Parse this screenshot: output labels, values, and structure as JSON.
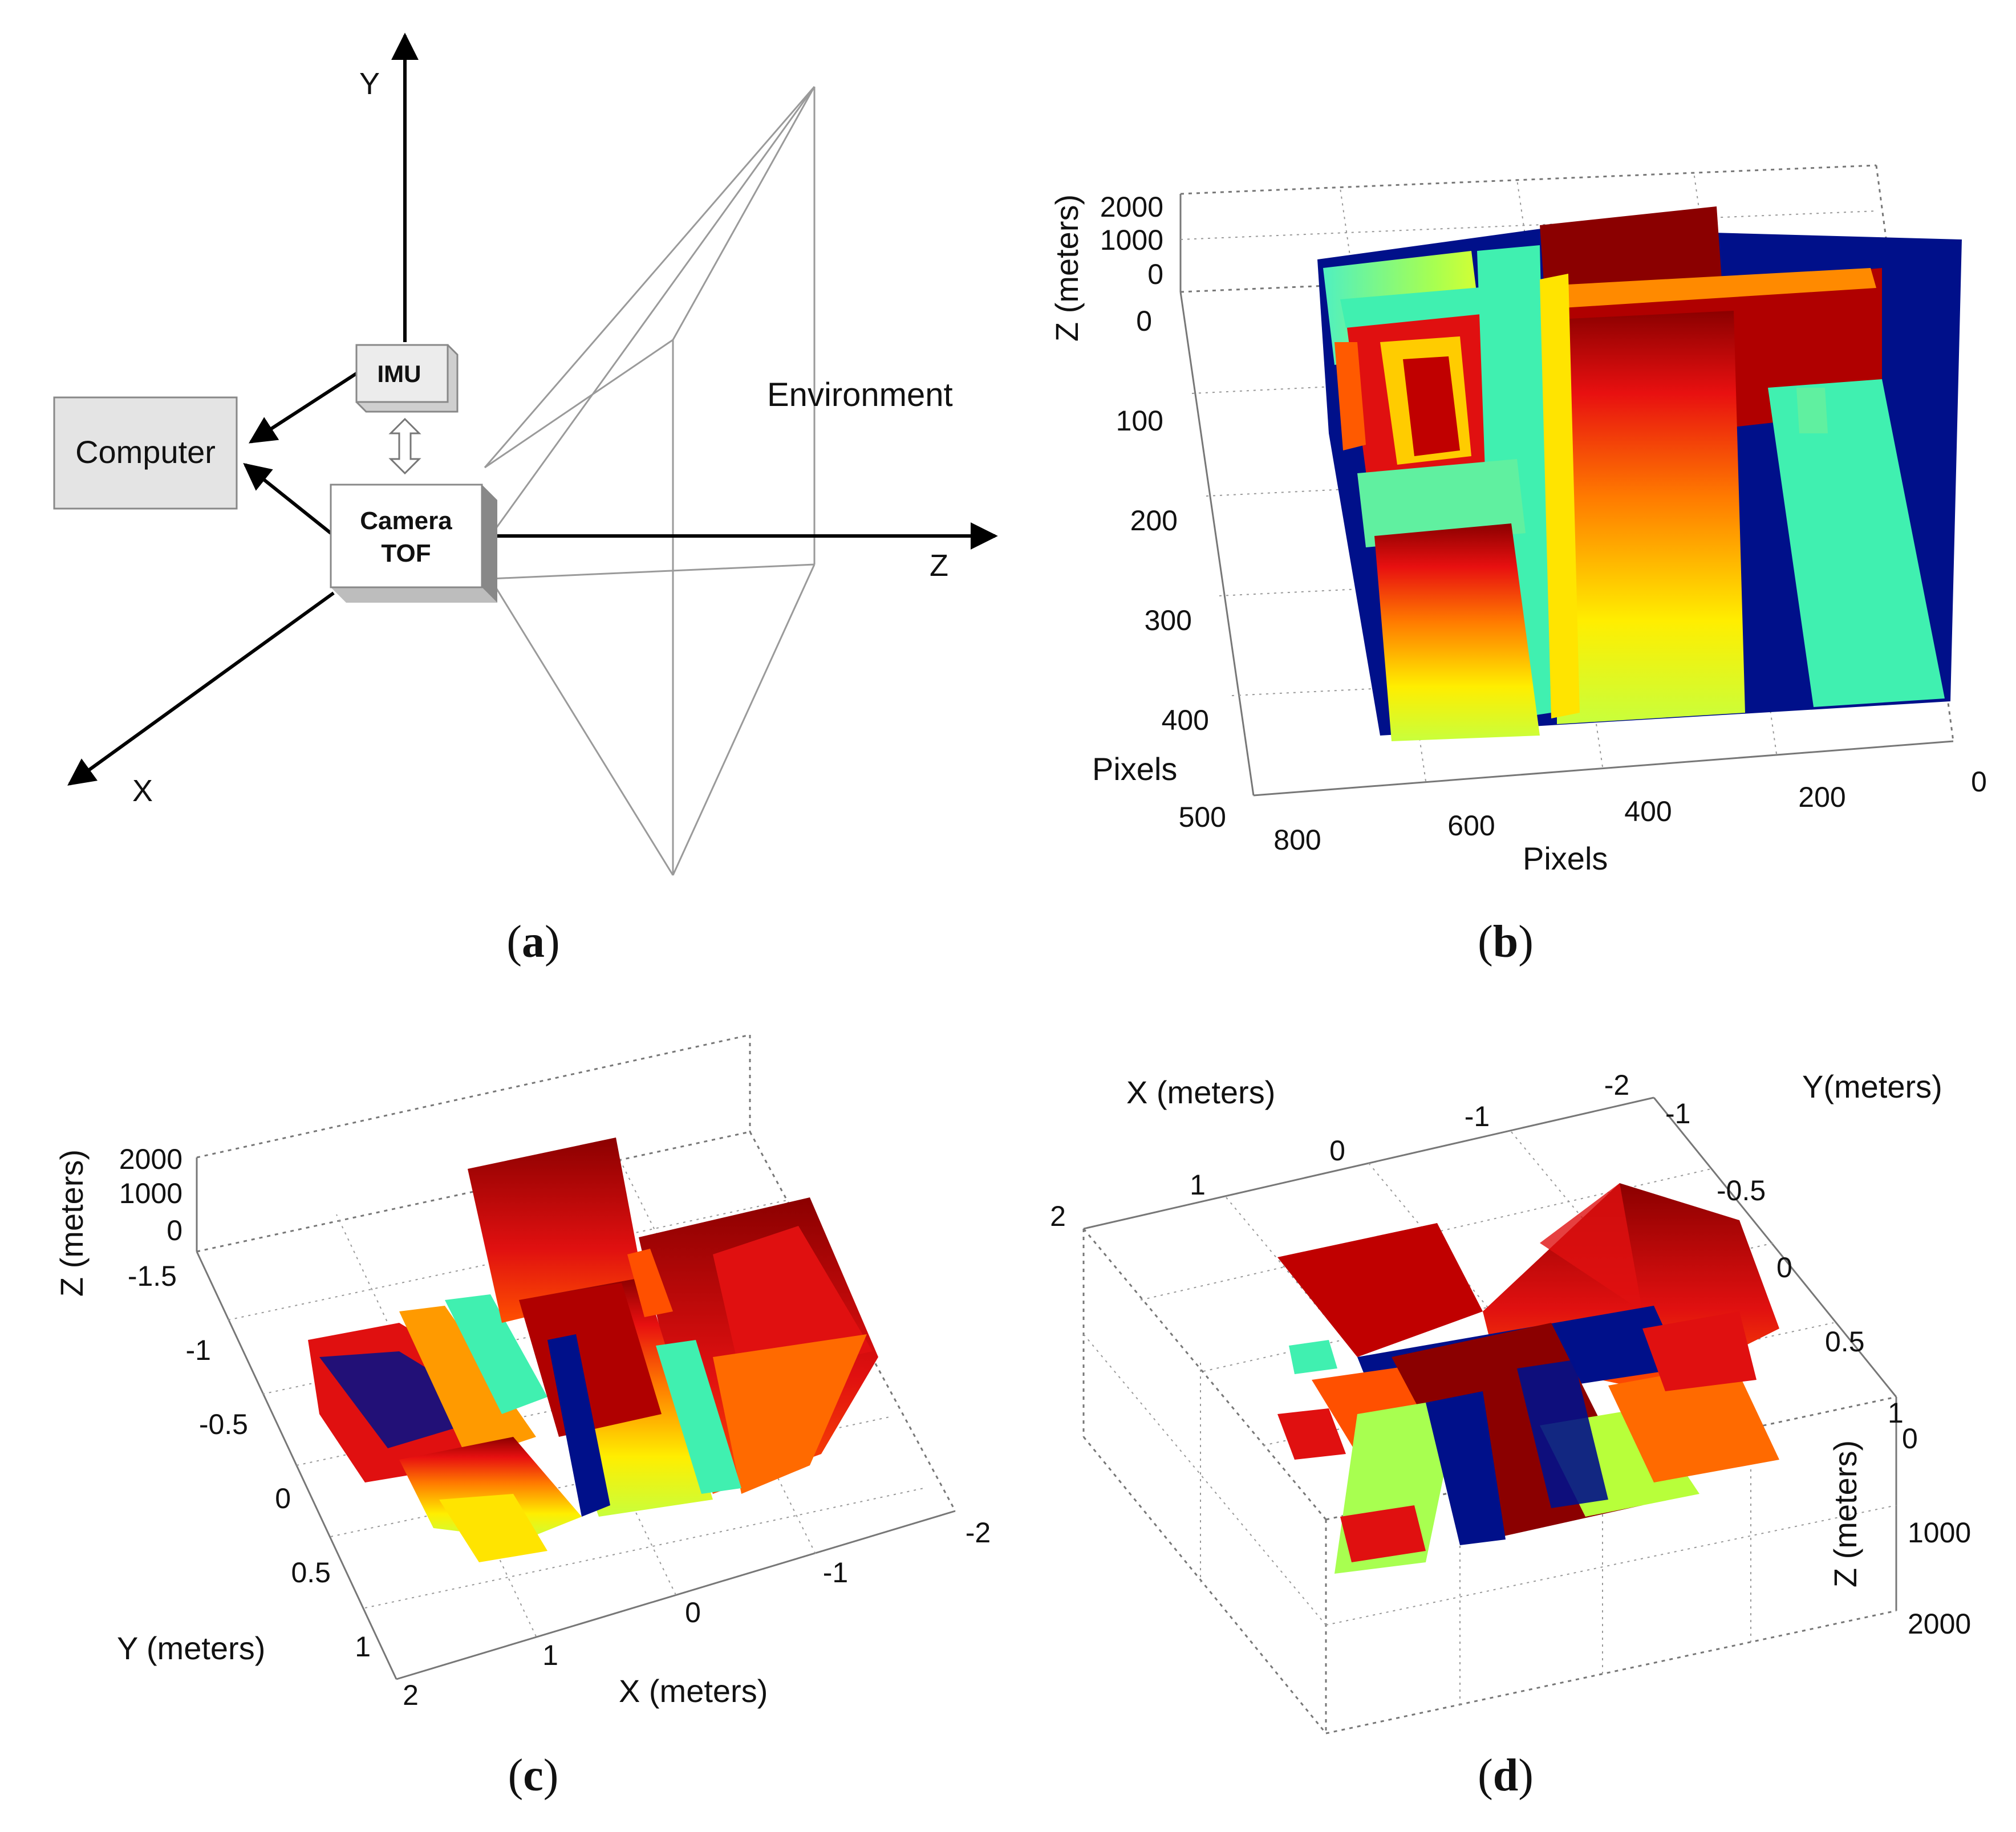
{
  "panel_a": {
    "axes": {
      "y": "Y",
      "z": "Z",
      "x": "X"
    },
    "environment": "Environment",
    "computer": "Computer",
    "imu": "IMU",
    "camera_line1": "Camera",
    "camera_line2": "TOF"
  },
  "captions": {
    "a": {
      "open": "(",
      "letter": "a",
      "close": ")"
    },
    "b": {
      "open": "(",
      "letter": "b",
      "close": ")"
    },
    "c": {
      "open": "(",
      "letter": "c",
      "close": ")"
    },
    "d": {
      "open": "(",
      "letter": "d",
      "close": ")"
    }
  },
  "colormap": {
    "dark_red": "#8b0000",
    "red": "#e01010",
    "orange": "#ff7a00",
    "yellow": "#ffee00",
    "yellow_green": "#b8ff3a",
    "aquamarine": "#40f0b0",
    "navy": "#00108a"
  },
  "chart_data": [
    {
      "panel": "b",
      "type": "scatter",
      "zlabel": "Z (meters)",
      "ylabel": "Pixels",
      "xlabel": "Pixels",
      "z_ticks": [
        "2000",
        "1000",
        "0"
      ],
      "y_ticks": [
        "0",
        "100",
        "200",
        "300",
        "400",
        "500"
      ],
      "x_ticks": [
        "800",
        "600",
        "400",
        "200",
        "0"
      ]
    },
    {
      "panel": "c",
      "type": "scatter",
      "zlabel": "Z (meters)",
      "ylabel": "Y (meters)",
      "xlabel": "X (meters)",
      "z_ticks": [
        "2000",
        "1000",
        "0"
      ],
      "y_ticks": [
        "-1.5",
        "-1",
        "-0.5",
        "0",
        "0.5",
        "1"
      ],
      "x_ticks": [
        "2",
        "1",
        "0",
        "-1",
        "-2"
      ]
    },
    {
      "panel": "d",
      "type": "scatter",
      "xlabel": "X (meters)",
      "ylabel": "Y(meters)",
      "zlabel": "Z (meters)",
      "x_ticks": [
        "2",
        "1",
        "0",
        "-1",
        "-2"
      ],
      "y_ticks": [
        "-1",
        "-0.5",
        "0",
        "0.5",
        "1"
      ],
      "z_ticks": [
        "0",
        "1000",
        "2000"
      ]
    }
  ]
}
